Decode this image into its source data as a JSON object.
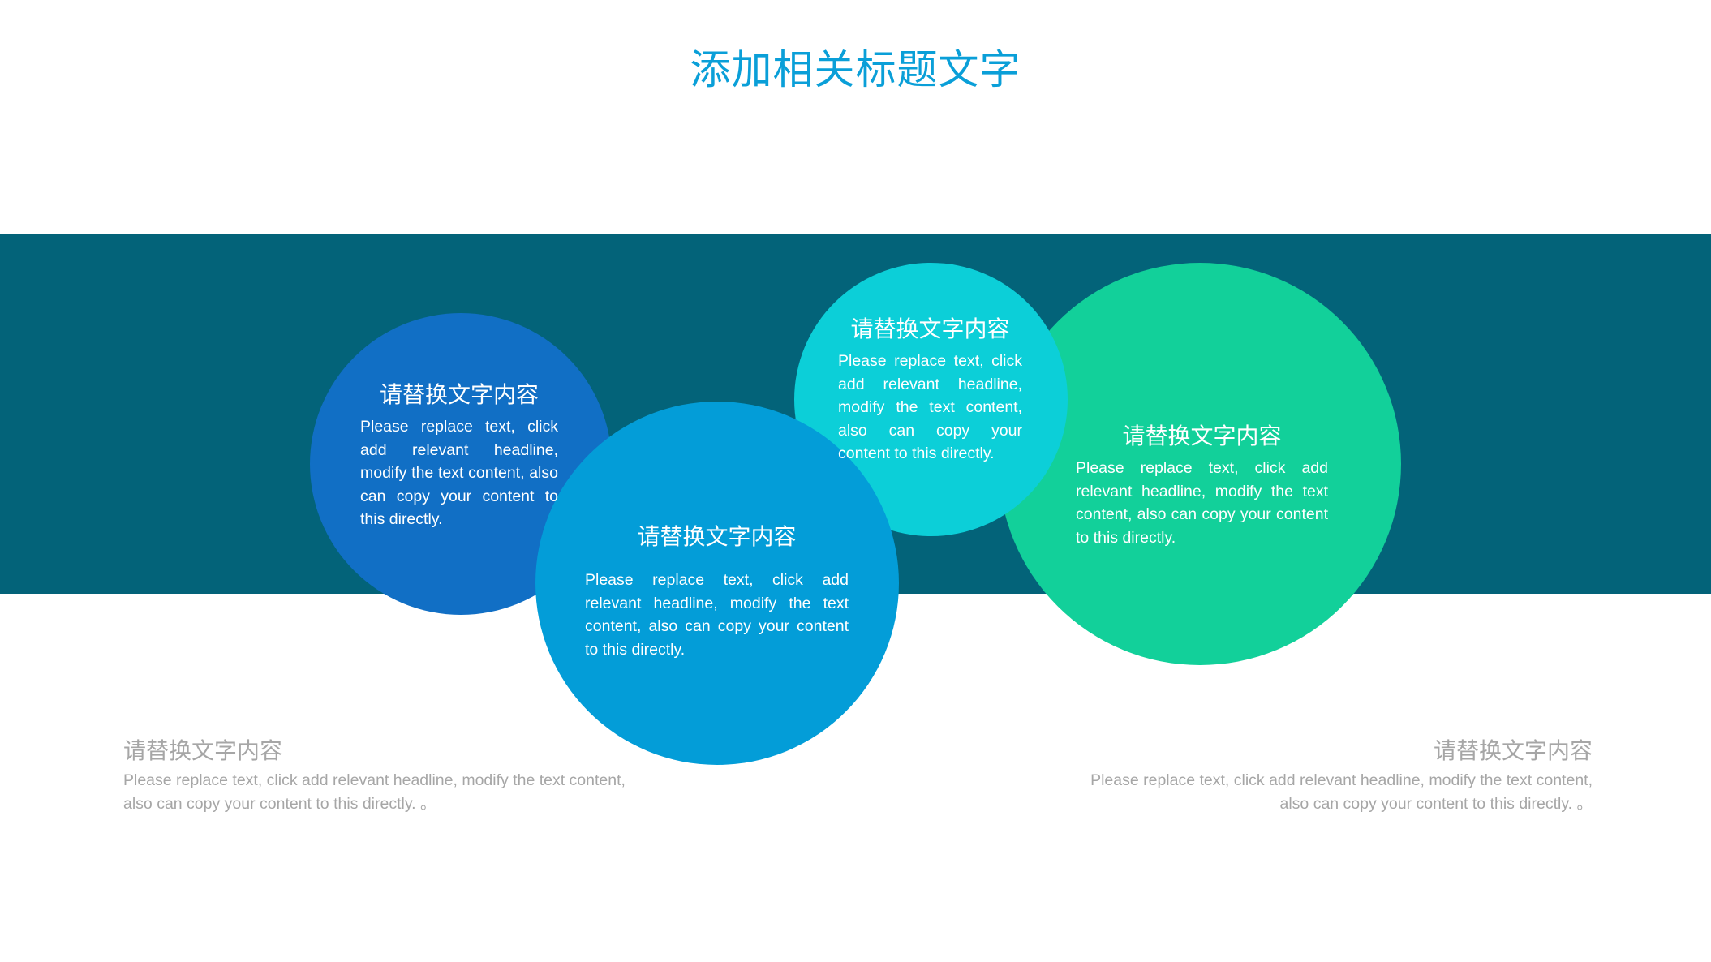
{
  "slide": {
    "title": "添加相关标题文字",
    "colors": {
      "title": "#0a9fd8",
      "band": "#036379",
      "circle_blue_dark": "#116fc5",
      "circle_blue": "#039dd8",
      "circle_cyan": "#0ccfd8",
      "circle_green": "#12d09a",
      "side_text": "#a6a6a6"
    }
  },
  "circles": [
    {
      "heading": "请替换文字内容",
      "body": "Please replace text, click add relevant headline, modify the text content, also can copy your content to this directly."
    },
    {
      "heading": "请替换文字内容",
      "body": "Please replace text, click add relevant headline, modify the text content, also can copy your content to this directly."
    },
    {
      "heading": "请替换文字内容",
      "body": "Please replace text, click add relevant headline, modify the text content, also can copy your content to this directly."
    },
    {
      "heading": "请替换文字内容",
      "body": "Please replace text, click add relevant headline, modify the text content, also can copy your content to this directly."
    }
  ],
  "side_blocks": {
    "left": {
      "heading": "请替换文字内容",
      "line1": "Please replace text, click add relevant headline, modify the text content,",
      "line2": "also can copy your content to this directly. 。"
    },
    "right": {
      "heading": "请替换文字内容",
      "line1": "Please replace text, click add relevant headline, modify the text content,",
      "line2": "also can copy your content to this directly. 。"
    }
  }
}
